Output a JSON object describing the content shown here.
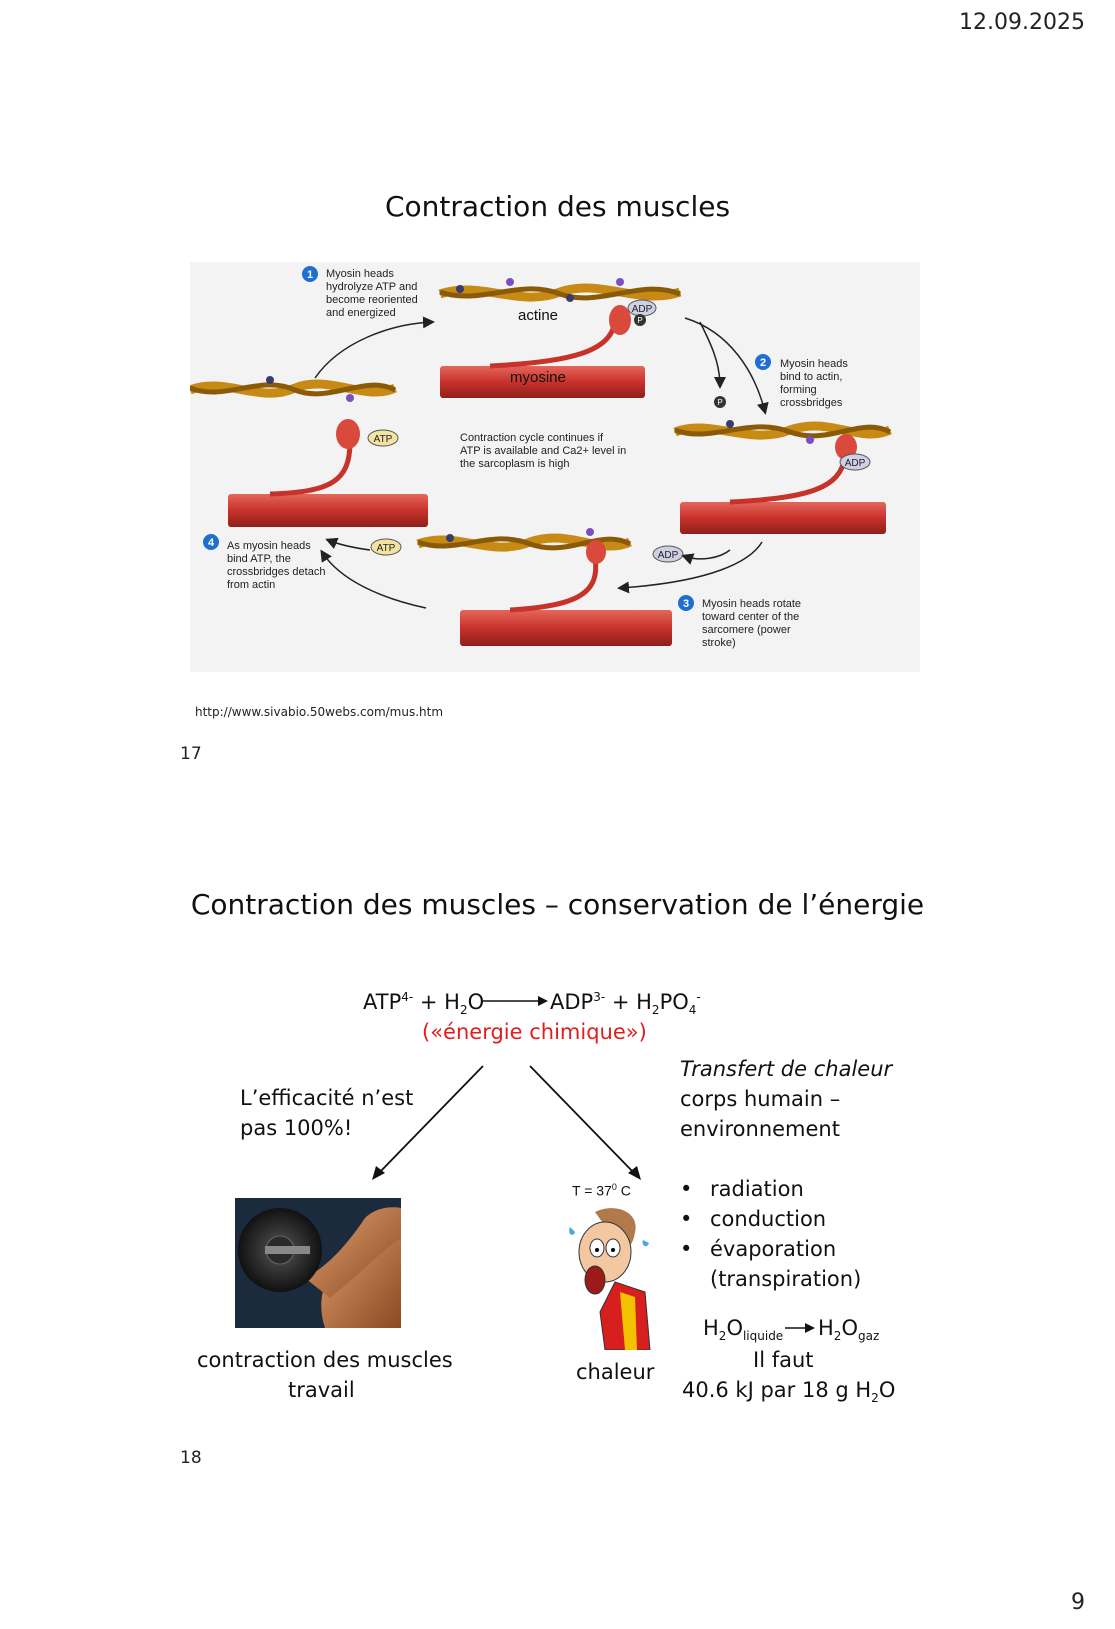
{
  "header": {
    "date": "12.09.2025"
  },
  "footer": {
    "page_number": "9"
  },
  "slide1": {
    "title": "Contraction des muscles",
    "number": "17",
    "source": "http://www.sivabio.50webs.com/mus.htm",
    "figure": {
      "step1": [
        "Myosin heads",
        "hydrolyze ATP and",
        "become reoriented",
        "and energized"
      ],
      "step2": [
        "Myosin heads",
        "bind to actin,",
        "forming",
        "crossbridges"
      ],
      "step3": [
        "Myosin heads rotate",
        "toward center of the",
        "sarcomere (power",
        "stroke)"
      ],
      "step4": [
        "As myosin heads",
        "bind ATP, the",
        "crossbridges detach",
        "from actin"
      ],
      "center": [
        "Contraction cycle continues if",
        "ATP is available and Ca2+ level in",
        "the sarcoplasm is high"
      ],
      "step_numbers": [
        "1",
        "2",
        "3",
        "4"
      ],
      "overlay_actine": "actine",
      "overlay_myosine": "myosine",
      "tag_atp": "ATP",
      "tag_adp": "ADP",
      "tag_p": "P"
    }
  },
  "slide2": {
    "title": "Contraction des muscles – conservation de l’énergie",
    "number": "18",
    "equation": {
      "atp": "ATP",
      "atp_charge": "4-",
      "plus_h2o_h": " + H",
      "sub2": "2",
      "o": "O",
      "adp": "ADP",
      "adp_charge": "3-",
      "plus_h2po": " + H",
      "po": "PO",
      "sub4": "4",
      "minus": "-"
    },
    "energy_label": "(«énergie chimique»)",
    "efficiency": [
      "L’efficacité n’est",
      "pas 100%!"
    ],
    "heat_transfer_title": "Transfert de chaleur",
    "heat_transfer_text": [
      "corps humain –",
      "environnement"
    ],
    "bullets": [
      "radiation",
      "conduction",
      "évaporation",
      "(transpiration)"
    ],
    "phase": {
      "h": "H",
      "two": "2",
      "o": "O",
      "liquid": "liquide",
      "gas": "gaz"
    },
    "need": "Il faut",
    "amount": "40.6 kJ par 18 g H",
    "amount_sub": "2",
    "amount_tail": "O",
    "temperature": "T = 37",
    "temp_sup": "0",
    "temp_unit": " C",
    "work_caption": "contraction des muscles",
    "work_red": "travail",
    "heat_red": "chaleur",
    "colors": {
      "accent_red": "#e21d1d",
      "muscle_red": "#c7322b",
      "actin_gold": "#c78a14"
    }
  }
}
